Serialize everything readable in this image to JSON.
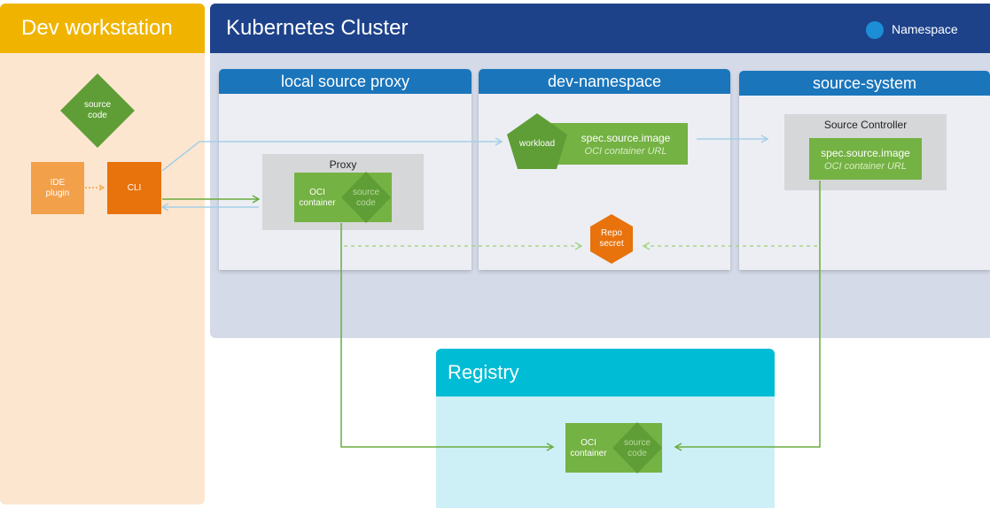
{
  "dev_workstation": {
    "title": "Dev workstation",
    "source_code": [
      "source",
      "code"
    ],
    "ide_plugin": [
      "IDE",
      "plugin"
    ],
    "cli": "CLI"
  },
  "kubernetes": {
    "title": "Kubernetes Cluster",
    "legend_label": "Namespace"
  },
  "namespaces": {
    "local_proxy": {
      "title": "local source proxy",
      "proxy_label": "Proxy",
      "oci": [
        "OCI",
        "container"
      ],
      "source": [
        "source",
        "code"
      ]
    },
    "dev": {
      "title": "dev-namespace",
      "workload": "workload",
      "spec_title": "spec.source.image",
      "spec_sub": "OCI container URL",
      "repo": [
        "Repo",
        "secret"
      ]
    },
    "source_system": {
      "title": "source-system",
      "controller_label": "Source Controller",
      "spec_title": "spec.source.image",
      "spec_sub": "OCI container URL"
    }
  },
  "registry": {
    "title": "Registry",
    "oci": [
      "OCI",
      "container"
    ],
    "source": [
      "source",
      "code"
    ]
  },
  "colors": {
    "dev_header": "#f0b400",
    "dev_bg": "#fde6d0",
    "k8s_header": "#1d428a",
    "k8s_bg": "#d4dae8",
    "namespace_header": "#1a75bb",
    "registry_header": "#00bcd4",
    "registry_bg": "#ccf0f6",
    "green": "#74b243",
    "dark_green": "#5f9e36",
    "orange": "#e8720c",
    "light_orange": "#f2a04a",
    "connector_blue": "#a5cfe6",
    "connector_green": "#6aab3e"
  }
}
